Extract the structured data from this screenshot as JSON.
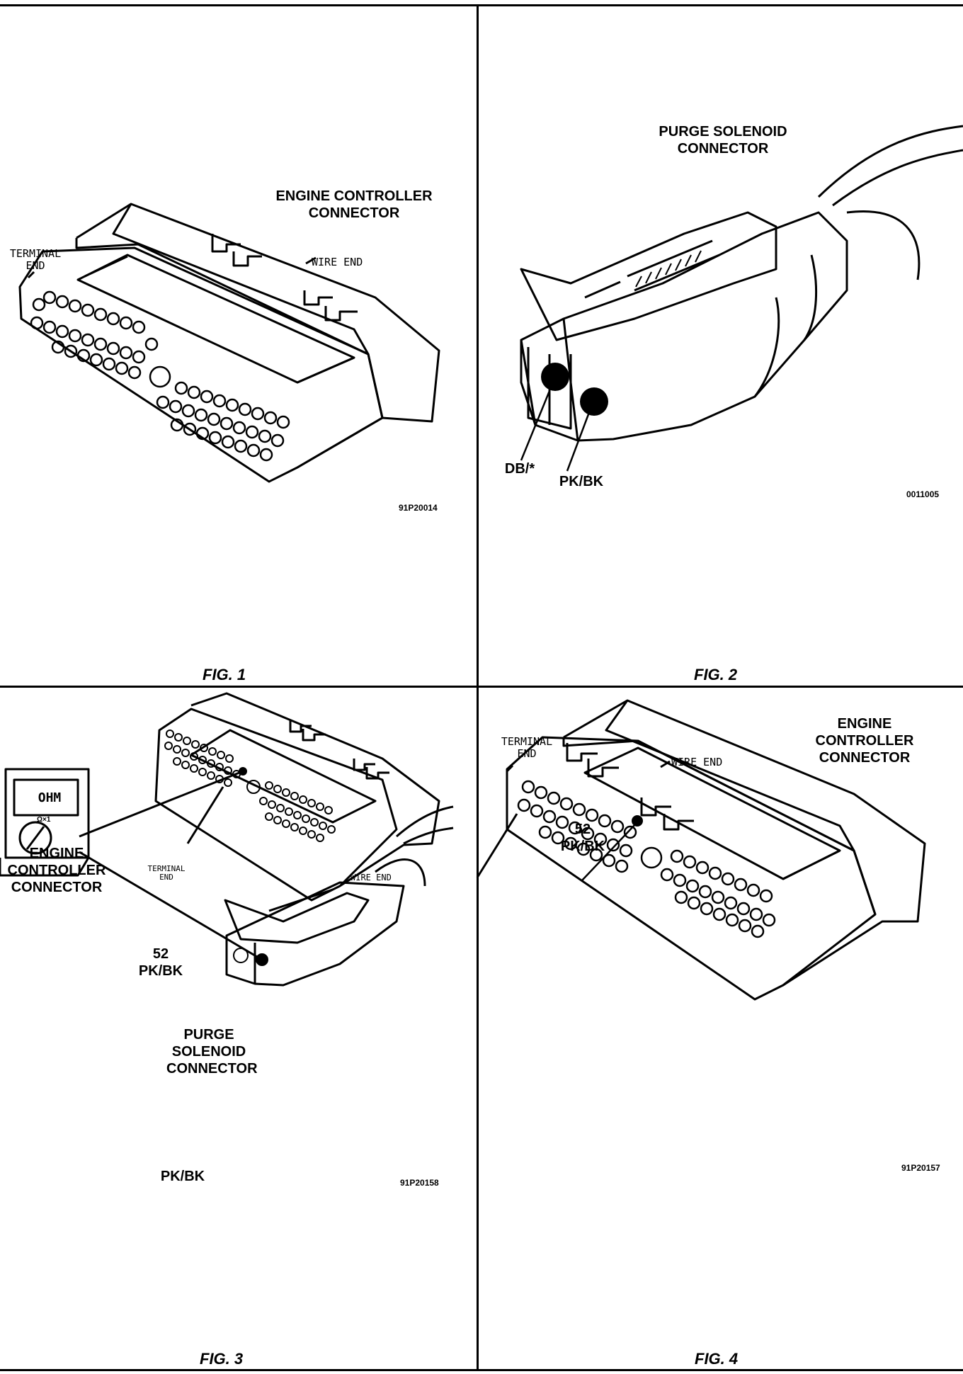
{
  "figures": [
    {
      "caption": "FIG. 1",
      "code": "91P20014",
      "connector_label": "ENGINE CONTROLLER\nCONNECTOR",
      "terminal_label": "TERMINAL\nEND",
      "wire_label": "WIRE END"
    },
    {
      "caption": "FIG. 2",
      "code": "0011005",
      "connector_label": "PURGE SOLENOID\nCONNECTOR",
      "pin_labels": [
        "DB/*",
        "PK/BK"
      ]
    },
    {
      "caption": "FIG. 3",
      "code": "91P20158",
      "ecm_label": "ENGINE\nCONTROLLER\nCONNECTOR",
      "terminal_label": "TERMINAL\nEND",
      "wire_label": "WIRE END",
      "cavity_label": "52\nPK/BK",
      "solenoid_label": "PURGE\nSOLENOID\nCONNECTOR",
      "solenoid_pin_label": "PK/BK",
      "meter_display": "OHM",
      "meter_range": "Ω×1"
    },
    {
      "caption": "FIG. 4",
      "code": "91P20157",
      "connector_label": "ENGINE\nCONTROLLER\nCONNECTOR",
      "terminal_label": "TERMINAL\nEND",
      "wire_label": "WIRE END",
      "cavity_label": "52\nPK/BK"
    }
  ]
}
